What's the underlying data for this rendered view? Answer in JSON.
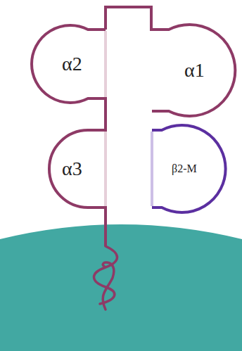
{
  "diagram": {
    "nodes": [
      {
        "text": [
          "α2"
        ]
      },
      {
        "text": [
          "α1"
        ]
      },
      {
        "text": [
          "α3"
        ]
      },
      {
        "text": [
          "β2-M"
        ]
      }
    ]
  }
}
